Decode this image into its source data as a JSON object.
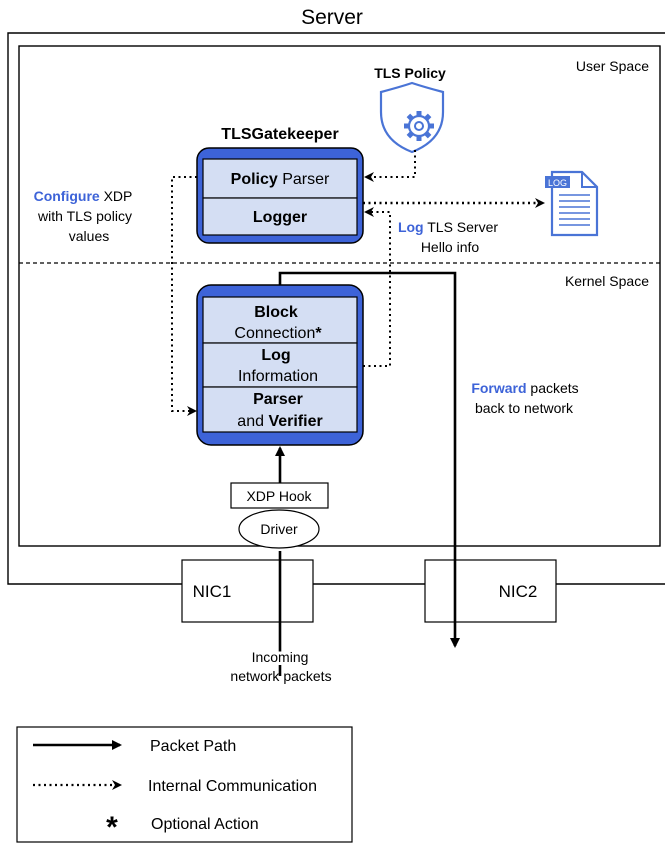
{
  "server_title": "Server",
  "user_space_label": "User Space",
  "kernel_space_label": "Kernel Space",
  "tls_policy": {
    "label": "TLS Policy"
  },
  "gatekeeper": {
    "title": "TLSGatekeeper",
    "policy_parser": {
      "bold": "Policy",
      "rest": " Parser"
    },
    "logger": "Logger"
  },
  "xdp_program": {
    "block": {
      "line1": "Block",
      "line2": "Connection",
      "star": "*"
    },
    "log": {
      "line1": "Log",
      "line2": "Information"
    },
    "parser": {
      "line1": "Parser",
      "line2_pre": "and ",
      "line2_bold": "Verifier"
    }
  },
  "log_file_icon": {
    "tag": "LOG"
  },
  "annotations": {
    "configure": {
      "highlight": "Configure",
      "rest1": " XDP",
      "line2": "with TLS policy",
      "line3": "values"
    },
    "log_server_hello": {
      "highlight": "Log",
      "rest1": " TLS Server",
      "line2": "Hello info"
    },
    "forward": {
      "highlight": "Forward",
      "rest1": " packets",
      "line2": "back to network"
    }
  },
  "xdp_hook": "XDP Hook",
  "driver": "Driver",
  "nic1": "NIC1",
  "nic2": "NIC2",
  "incoming": {
    "line1": "Incoming",
    "line2": "network packets"
  },
  "legend": {
    "packet_path": "Packet Path",
    "internal_comm": "Internal Communication",
    "optional_symbol": "*",
    "optional_action": "Optional Action"
  },
  "colors": {
    "accent_blue": "#3D63D8",
    "cell_fill": "#D4DEF3",
    "icon_blue": "#4A74D6",
    "line": "#000000"
  }
}
